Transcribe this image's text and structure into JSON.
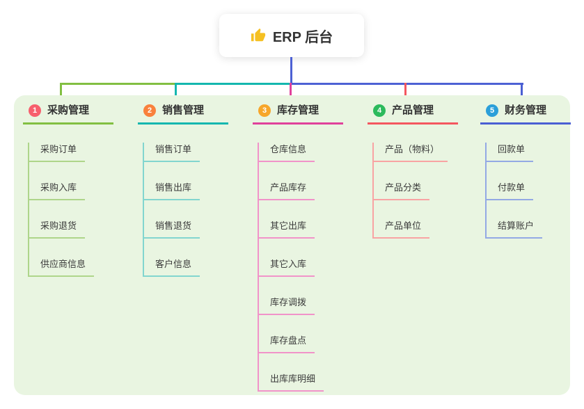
{
  "root": {
    "icon": "thumbs-up-icon",
    "label": "ERP 后台"
  },
  "colors": {
    "root_line": "#4d61d4",
    "panel_bg": "#e9f5e1",
    "icon_yellow": "#f5c022",
    "text_dark": "#333333"
  },
  "branches": [
    {
      "number": "1",
      "title": "采购管理",
      "badge_color": "#f75f6d",
      "line_color": "#82bf42",
      "child_line_color": "#aed58a",
      "children": [
        "采购订单",
        "采购入库",
        "采购退货",
        "供应商信息"
      ]
    },
    {
      "number": "2",
      "title": "销售管理",
      "badge_color": "#f9813c",
      "line_color": "#14b7af",
      "child_line_color": "#82d5cf",
      "children": [
        "销售订单",
        "销售出库",
        "销售退货",
        "客户信息"
      ]
    },
    {
      "number": "3",
      "title": "库存管理",
      "badge_color": "#f7a62a",
      "line_color": "#e0419b",
      "child_line_color": "#f193c9",
      "children": [
        "仓库信息",
        "产品库存",
        "其它出库",
        "其它入库",
        "库存调拨",
        "库存盘点",
        "出库库明细"
      ]
    },
    {
      "number": "4",
      "title": "产品管理",
      "badge_color": "#2cba5c",
      "line_color": "#f4575f",
      "child_line_color": "#f8a3a3",
      "children": [
        "产品（物料）",
        "产品分类",
        "产品单位"
      ]
    },
    {
      "number": "5",
      "title": "财务管理",
      "badge_color": "#2b9fd9",
      "line_color": "#4a5fd3",
      "child_line_color": "#93a9e4",
      "children": [
        "回款单",
        "付款单",
        "结算账户"
      ]
    }
  ]
}
